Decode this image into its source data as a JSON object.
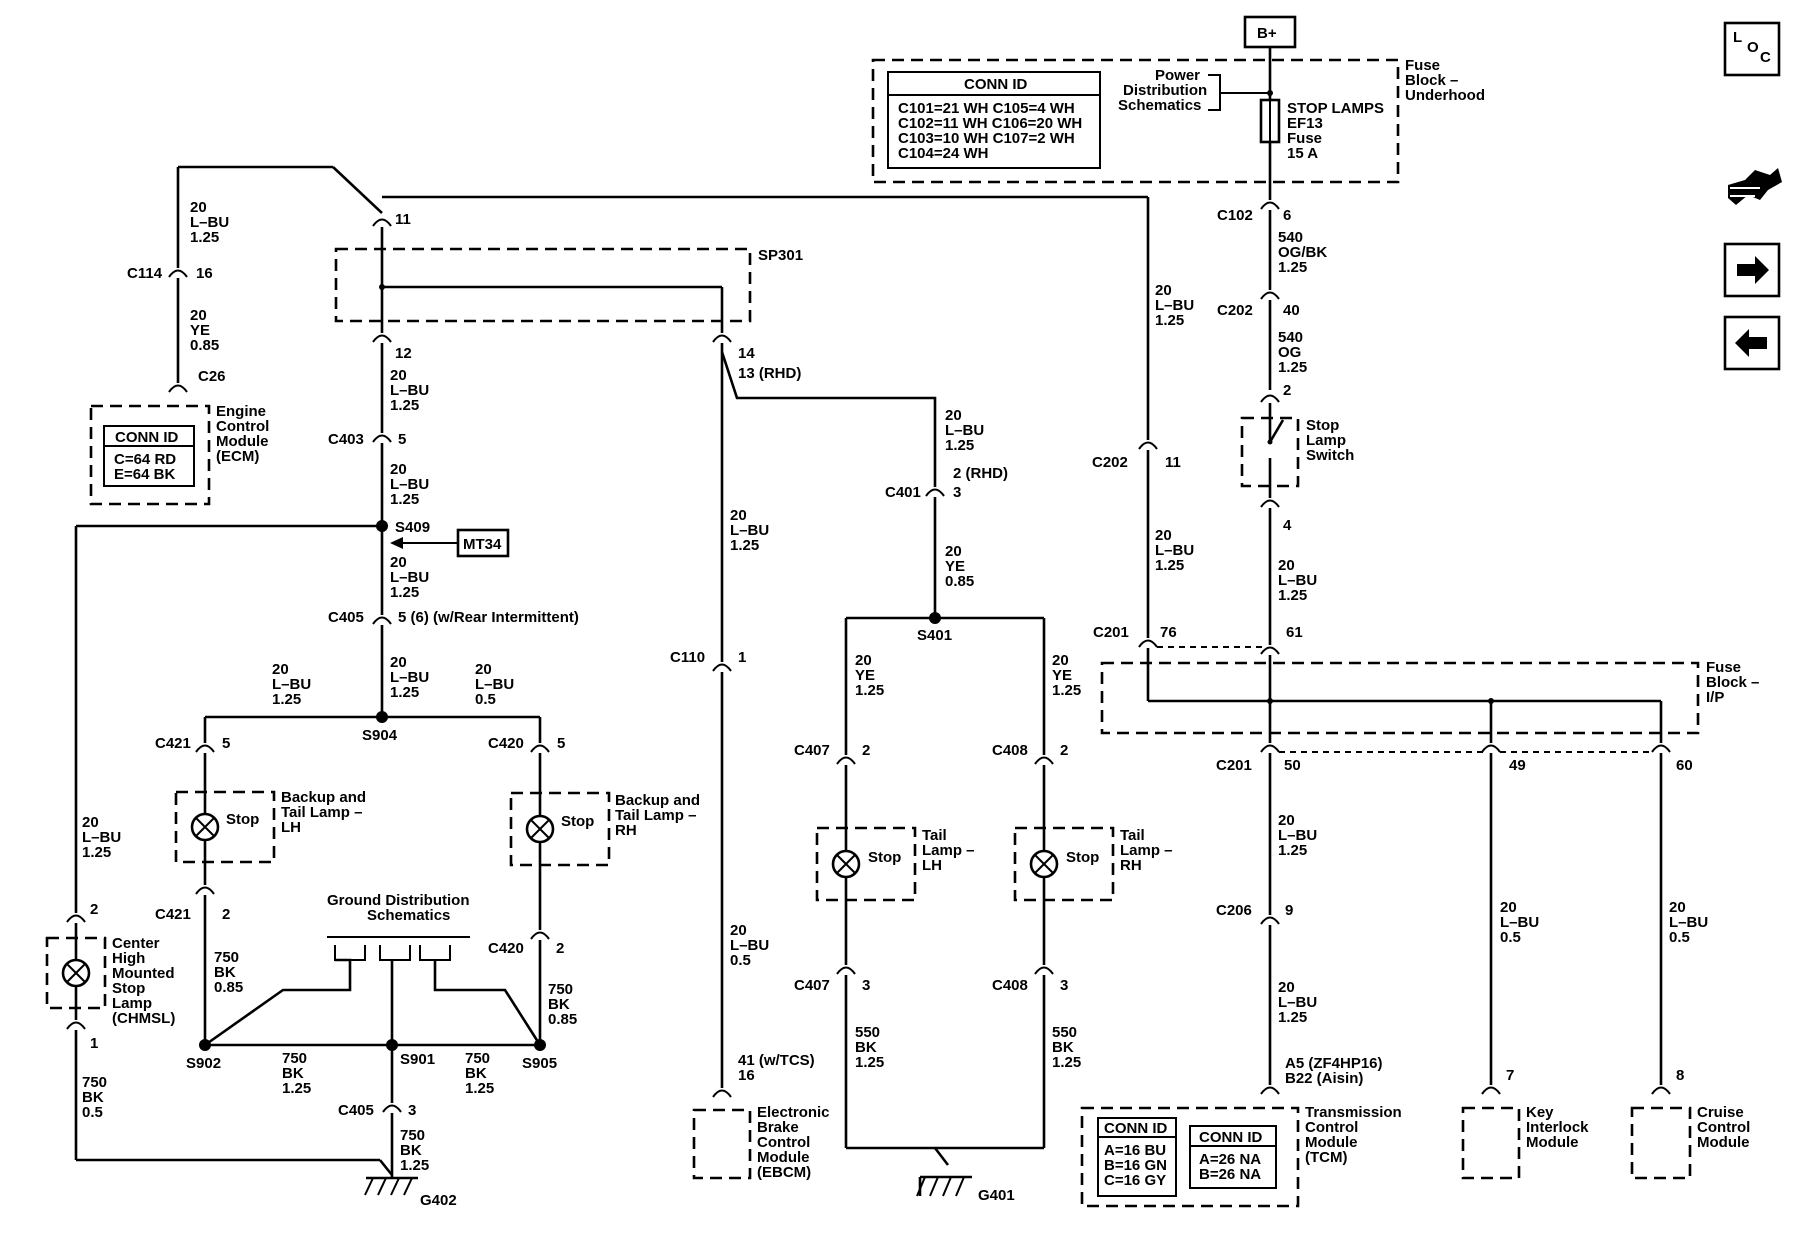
{
  "bplus": "B+",
  "loc": {
    "l": "L",
    "o": "O",
    "c": "C"
  },
  "fuse_block_underhood": {
    "label": [
      "Fuse",
      "Block –",
      "Underhood"
    ],
    "conn_title": "CONN ID",
    "conn_rows": [
      "C101=21 WH  C105=4 WH",
      "C102=11 WH  C106=20 WH",
      "C103=10 WH  C107=2 WH",
      "C104=24 WH"
    ],
    "power_dist": [
      "Power",
      "Distribution",
      "Schematics"
    ],
    "fuse": [
      "STOP LAMPS",
      "EF13",
      "Fuse",
      "15 A"
    ]
  },
  "ecm": {
    "label": [
      "Engine",
      "Control",
      "Module",
      "(ECM)"
    ],
    "conn_title": "CONN ID",
    "conn_rows": [
      "C=64 RD",
      "E=64 BK"
    ]
  },
  "tcm": {
    "label": [
      "Transmission",
      "Control",
      "Module",
      "(TCM)"
    ],
    "conn1_title": "CONN ID",
    "conn1_rows": [
      "A=16 BU",
      "B=16 GN",
      "C=16 GY"
    ],
    "conn2_title": "CONN ID",
    "conn2_rows": [
      "A=26 NA",
      "B=26 NA"
    ]
  },
  "ebcm": {
    "label": [
      "Electronic",
      "Brake",
      "Control",
      "Module",
      "(EBCM)"
    ]
  },
  "key_interlock": {
    "label": [
      "Key",
      "Interlock",
      "Module"
    ]
  },
  "cruise": {
    "label": [
      "Cruise",
      "Control",
      "Module"
    ]
  },
  "fuse_block_ip": {
    "label": [
      "Fuse",
      "Block –",
      "I/P"
    ]
  },
  "stop_lamp_switch": {
    "label": [
      "Stop",
      "Lamp",
      "Switch"
    ]
  },
  "chmsl": {
    "label": [
      "Center",
      "High",
      "Mounted",
      "Stop",
      "Lamp",
      "(CHMSL)"
    ]
  },
  "backup_lh": {
    "label": [
      "Backup and",
      "Tail Lamp –",
      "LH"
    ],
    "stop": "Stop"
  },
  "backup_rh": {
    "label": [
      "Backup and",
      "Tail Lamp –",
      "RH"
    ],
    "stop": "Stop"
  },
  "tail_lh": {
    "label": [
      "Tail",
      "Lamp –",
      "LH"
    ],
    "stop": "Stop"
  },
  "tail_rh": {
    "label": [
      "Tail",
      "Lamp –",
      "RH"
    ],
    "stop": "Stop"
  },
  "ground_dist": [
    "Ground Distribution",
    "Schematics"
  ],
  "mt34": "MT34",
  "sp301": "SP301",
  "connectors": {
    "c102": "C102",
    "c102_pin": "6",
    "c202a": "C202",
    "c202a_pin": "40",
    "c202b": "C202",
    "c202b_pin": "11",
    "c114": "C114",
    "c114_pin": "16",
    "c26": "C26",
    "c403": "C403",
    "c403_pin": "5",
    "c405a": "C405",
    "c405a_pin": "5 (6) (w/Rear Intermittent)",
    "c405b": "C405",
    "c405b_pin": "3",
    "c421a": "C421",
    "c421a_pin": "5",
    "c421b": "C421",
    "c421b_pin": "2",
    "c420a": "C420",
    "c420a_pin": "5",
    "c420b": "C420",
    "c420b_pin": "2",
    "c110": "C110",
    "c110_pin": "1",
    "c401": "C401",
    "c401_pin": [
      "2 (RHD)",
      "3"
    ],
    "c407a": "C407",
    "c407a_pin": "2",
    "c407b": "C407",
    "c407b_pin": "3",
    "c408a": "C408",
    "c408a_pin": "2",
    "c408b": "C408",
    "c408b_pin": "3",
    "c201a": "C201",
    "c201a_pin1": "76",
    "c201a_pin2": "61",
    "c201b": "C201",
    "c201b_pin1": "50",
    "c201b_pin2": "49",
    "c201b_pin3": "60",
    "c206": "C206",
    "c206_pin": "9",
    "sp_top_pin": "11",
    "sp_bot_pin": "12",
    "sp_right_pin": [
      "14",
      "13 (RHD)"
    ],
    "switch_pin_top": "2",
    "switch_pin_bot": "4",
    "chmsl_pin_top": "2",
    "chmsl_pin_bot": "1",
    "ebcm_pin": [
      "41 (w/TCS)",
      "16"
    ],
    "tcm_pin": [
      "A5 (ZF4HP16)",
      "B22 (Aisin)"
    ],
    "key_pin": "7",
    "cruise_pin": "8"
  },
  "splices": {
    "s409": "S409",
    "s904": "S904",
    "s401": "S401",
    "s902": "S902",
    "s901": "S901",
    "s905": "S905"
  },
  "grounds": {
    "g402": "G402",
    "g401": "G401"
  },
  "wires": {
    "w_c114": [
      "20",
      "L–BU",
      "1.25"
    ],
    "w_ecm": [
      "20",
      "YE",
      "0.85"
    ],
    "w_c403a": [
      "20",
      "L–BU",
      "1.25"
    ],
    "w_c403b": [
      "20",
      "L–BU",
      "1.25"
    ],
    "w_s409": [
      "20",
      "L–BU",
      "1.25"
    ],
    "w_s904a": [
      "20",
      "L–BU",
      "1.25"
    ],
    "w_s904b": [
      "20",
      "L–BU",
      "1.25"
    ],
    "w_s904c": [
      "20",
      "L–BU",
      "0.5"
    ],
    "w_chmsl": [
      "20",
      "L–BU",
      "1.25"
    ],
    "w_chmsl_gnd": [
      "750",
      "BK",
      "0.5"
    ],
    "w_c421": [
      "750",
      "BK",
      "0.85"
    ],
    "w_c420": [
      "750",
      "BK",
      "0.85"
    ],
    "w_s902": [
      "750",
      "BK",
      "1.25"
    ],
    "w_s901": [
      "750",
      "BK",
      "1.25"
    ],
    "w_g402": [
      "750",
      "BK",
      "1.25"
    ],
    "w_c110a": [
      "20",
      "L–BU",
      "1.25"
    ],
    "w_c110b": [
      "20",
      "L–BU",
      "0.5"
    ],
    "w_c401a": [
      "20",
      "L–BU",
      "1.25"
    ],
    "w_c401b": [
      "20",
      "YE",
      "0.85"
    ],
    "w_c407": [
      "20",
      "YE",
      "1.25"
    ],
    "w_c408": [
      "20",
      "YE",
      "1.25"
    ],
    "w_c407b": [
      "550",
      "BK",
      "1.25"
    ],
    "w_c408b": [
      "550",
      "BK",
      "1.25"
    ],
    "w_c202": [
      "20",
      "L–BU",
      "1.25"
    ],
    "w_c202b": [
      "20",
      "L–BU",
      "1.25"
    ],
    "w_c102": [
      "540",
      "OG/BK",
      "1.25"
    ],
    "w_c202a": [
      "540",
      "OG",
      "1.25"
    ],
    "w_switch": [
      "20",
      "L–BU",
      "1.25"
    ],
    "w_c206a": [
      "20",
      "L–BU",
      "1.25"
    ],
    "w_c206b": [
      "20",
      "L–BU",
      "1.25"
    ],
    "w_key": [
      "20",
      "L–BU",
      "0.5"
    ],
    "w_cruise": [
      "20",
      "L–BU",
      "0.5"
    ]
  }
}
